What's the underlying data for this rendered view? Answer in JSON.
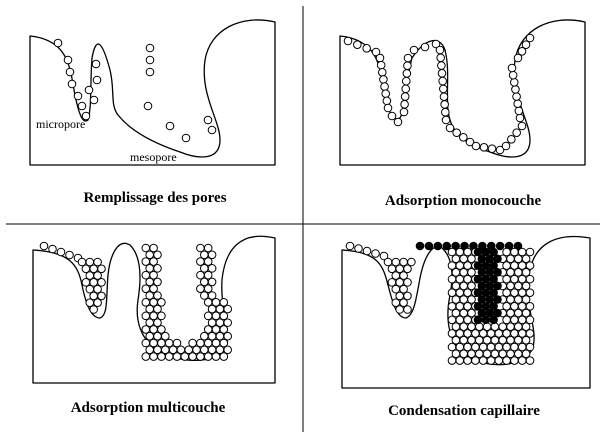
{
  "panels": [
    {
      "id": "p1",
      "caption": "Remplissage des pores",
      "labels": [
        {
          "key": "micro",
          "text": "micropore"
        },
        {
          "key": "meso",
          "text": "mesopore"
        }
      ]
    },
    {
      "id": "p2",
      "caption": "Adsorption monocouche",
      "labels": []
    },
    {
      "id": "p3",
      "caption": "Adsorption multicouche",
      "labels": []
    },
    {
      "id": "p4",
      "caption": "Condensation capillaire",
      "labels": []
    }
  ]
}
